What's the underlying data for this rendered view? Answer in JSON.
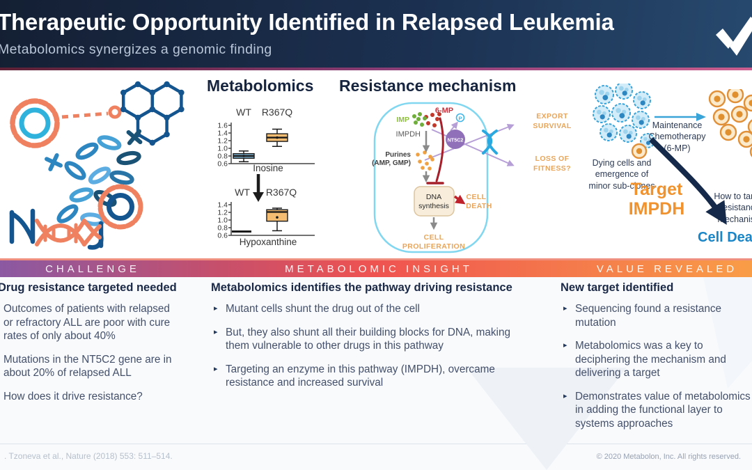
{
  "header": {
    "title": "Therapeutic Opportunity Identified in Relapsed Leukemia",
    "subtitle": "Metabolomics synergizes a genomic finding"
  },
  "figures": {
    "metabolomics_heading": "Metabolomics",
    "resistance_heading": "Resistance mechanism",
    "pathway": {
      "six_mp": "6-MP",
      "imp": "IMP",
      "impdh": "IMPDH",
      "purines_1": "Purines",
      "purines_2": "(AMP, GMP)",
      "nt5c2": "NT5C2",
      "phosphate": "P",
      "export_1": "EXPORT",
      "export_2": "SURVIVAL",
      "loss_1": "LOSS OF",
      "loss_2": "FITNESS?",
      "dna_1": "DNA",
      "dna_2": "synthesis",
      "death_1": "CELL",
      "death_2": "DEATH",
      "prolif_1": "CELL",
      "prolif_2": "PROLIFERATION"
    },
    "outcome": {
      "arrow_label": "Maintenance\nChemotherapy\n(6-MP)",
      "left_caption": "Dying cells and\nemergence of\nminor sub-clones",
      "right_caption": "How to target\nresistance\nmechanism",
      "target": "Target\nIMPDH",
      "cell_death": "Cell Death"
    }
  },
  "chart_data": [
    {
      "type": "box",
      "xlabel": "Inosine",
      "ylim": [
        0.6,
        1.6
      ],
      "yticks": [
        "1.6",
        "1.4",
        "1.2",
        "1.0",
        "0.8",
        "0.6"
      ],
      "series": [
        {
          "name": "WT",
          "low": 0.65,
          "q1": 0.74,
          "median": 0.8,
          "q3": 0.86,
          "high": 0.93,
          "mean": 0.8,
          "fill": "#85bede"
        },
        {
          "name": "R367Q",
          "low": 1.05,
          "q1": 1.18,
          "median": 1.28,
          "q3": 1.38,
          "high": 1.5,
          "mean": 1.28,
          "fill": "#f4bd72"
        }
      ]
    },
    {
      "type": "box",
      "xlabel": "Hypoxanthine",
      "ylim": [
        0.6,
        1.4
      ],
      "yticks": [
        "1.4",
        "1.2",
        "1.0",
        "0.8",
        "0.6"
      ],
      "series": [
        {
          "name": "WT",
          "flat": true,
          "median": 0.7
        },
        {
          "name": "R367Q",
          "low": 0.72,
          "q1": 0.97,
          "median": 1.21,
          "q3": 1.27,
          "high": 1.31,
          "mean": 1.07,
          "fill": "#f4bd72"
        }
      ]
    }
  ],
  "banner": {
    "labels": [
      "CHALLENGE",
      "METABOLOMIC INSIGHT",
      "VALUE REVEALED"
    ]
  },
  "columns": [
    {
      "heading": "Drug resistance targeted needed",
      "bullets": [
        "Outcomes of patients with relapsed\nor refractory ALL are poor with cure\nrates of only about 40%",
        "Mutations in the NT5C2 gene are in\nabout 20% of relapsed ALL",
        "How does it drive resistance?"
      ]
    },
    {
      "heading": "Metabolomics identifies the pathway driving resistance",
      "bullets": [
        "Mutant cells shunt the drug out of the cell",
        "But, they also shunt all their building blocks for DNA, making\nthem vulnerable to other drugs in this pathway",
        "Targeting an enzyme in this pathway (IMPDH), overcame\nresistance and increased survival"
      ]
    },
    {
      "heading": "New target identified",
      "bullets": [
        "Sequencing found a resistance\nmutation",
        "Metabolomics was a key to\ndeciphering  the mechanism and\ndelivering a target",
        "Demonstrates value of metabolomics\nin adding the functional layer to\nsystems approaches"
      ]
    }
  ],
  "footer": {
    "citation": ". Tzoneva et al., Nature (2018) 553: 511–514.",
    "copyright": "© 2020 Metabolon, Inc. All rights reserved."
  },
  "ui": {
    "bullet_glyph": "▸"
  },
  "colors": {
    "header_navy": "#18243a",
    "banner_gradient": [
      "#8b59a2",
      "#ef5350",
      "#f99d47"
    ],
    "accent_orange": "#f0932f",
    "cell_death_blue": "#1a86c8",
    "pathway_label_orange": "#e9a55a",
    "wt_box_fill": "#85bede",
    "mutant_box_fill": "#f4bd72"
  }
}
